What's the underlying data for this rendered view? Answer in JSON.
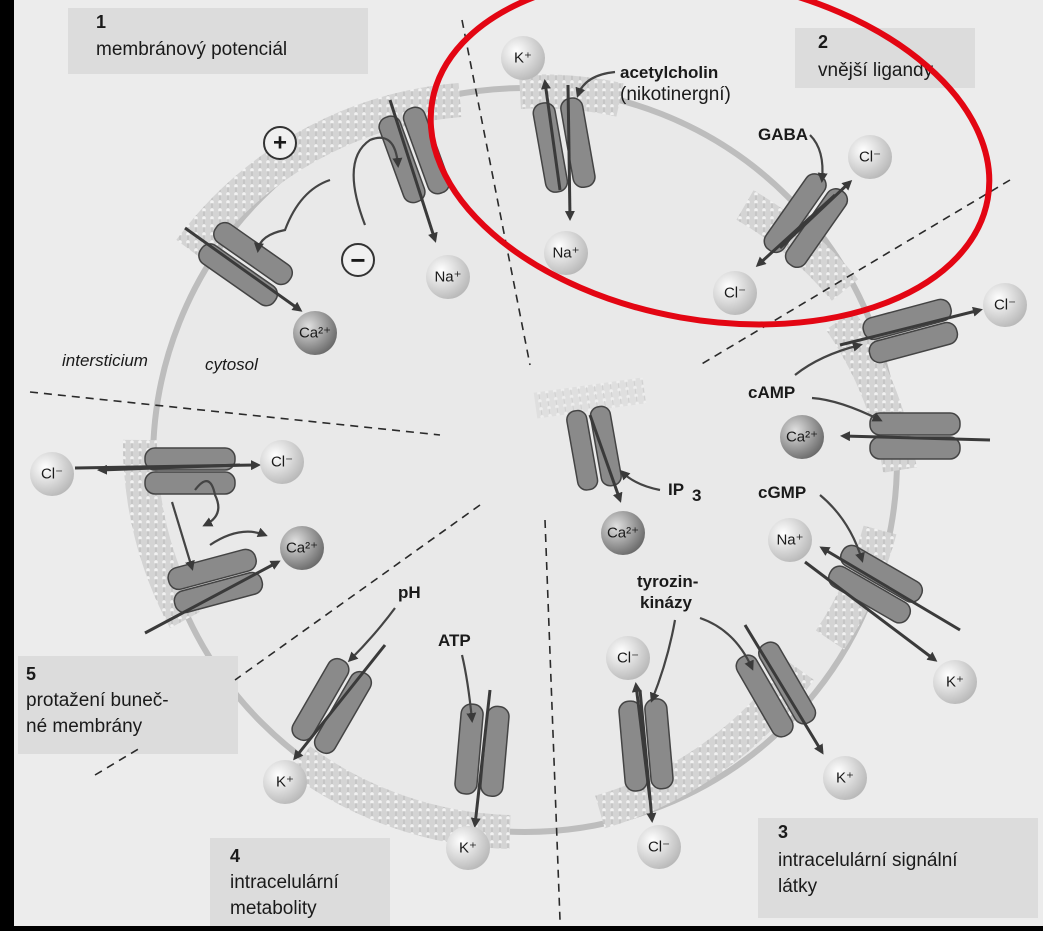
{
  "sections": {
    "s1": {
      "num": "1",
      "title": "membránový potenciál"
    },
    "s2": {
      "num": "2",
      "title": "vnější ligandy"
    },
    "s3": {
      "num": "3",
      "title_line1": "intracelulární signální",
      "title_line2": "látky"
    },
    "s4": {
      "num": "4",
      "title_line1": "intracelulární",
      "title_line2": "metabolity"
    },
    "s5": {
      "num": "5",
      "title_line1": "protažení buneč-",
      "title_line2": "né membrány"
    }
  },
  "labels": {
    "acetylcholin": "acetylcholin",
    "nikotinergni": "(nikotinergní)",
    "gaba": "GABA",
    "camp": "cAMP",
    "cgmp": "cGMP",
    "ip3": "IP",
    "ip3_sub": "3",
    "tyrozin1": "tyrozin-",
    "tyrozin2": "kinázy",
    "ph": "pH",
    "atp": "ATP",
    "intersticium": "intersticium",
    "cytosol": "cytosol",
    "plus": "+",
    "minus": "−"
  },
  "ions": {
    "k": "K⁺",
    "na": "Na⁺",
    "cl": "Cl⁻",
    "ca": "Ca²⁺"
  },
  "colors": {
    "background": "#ececec",
    "highlight": "#e30613",
    "membrane": "#c8c8c8",
    "channel": "#8a8a8a",
    "ion_light": "#d9d9d9",
    "ion_dark": "#8c8c8c"
  }
}
